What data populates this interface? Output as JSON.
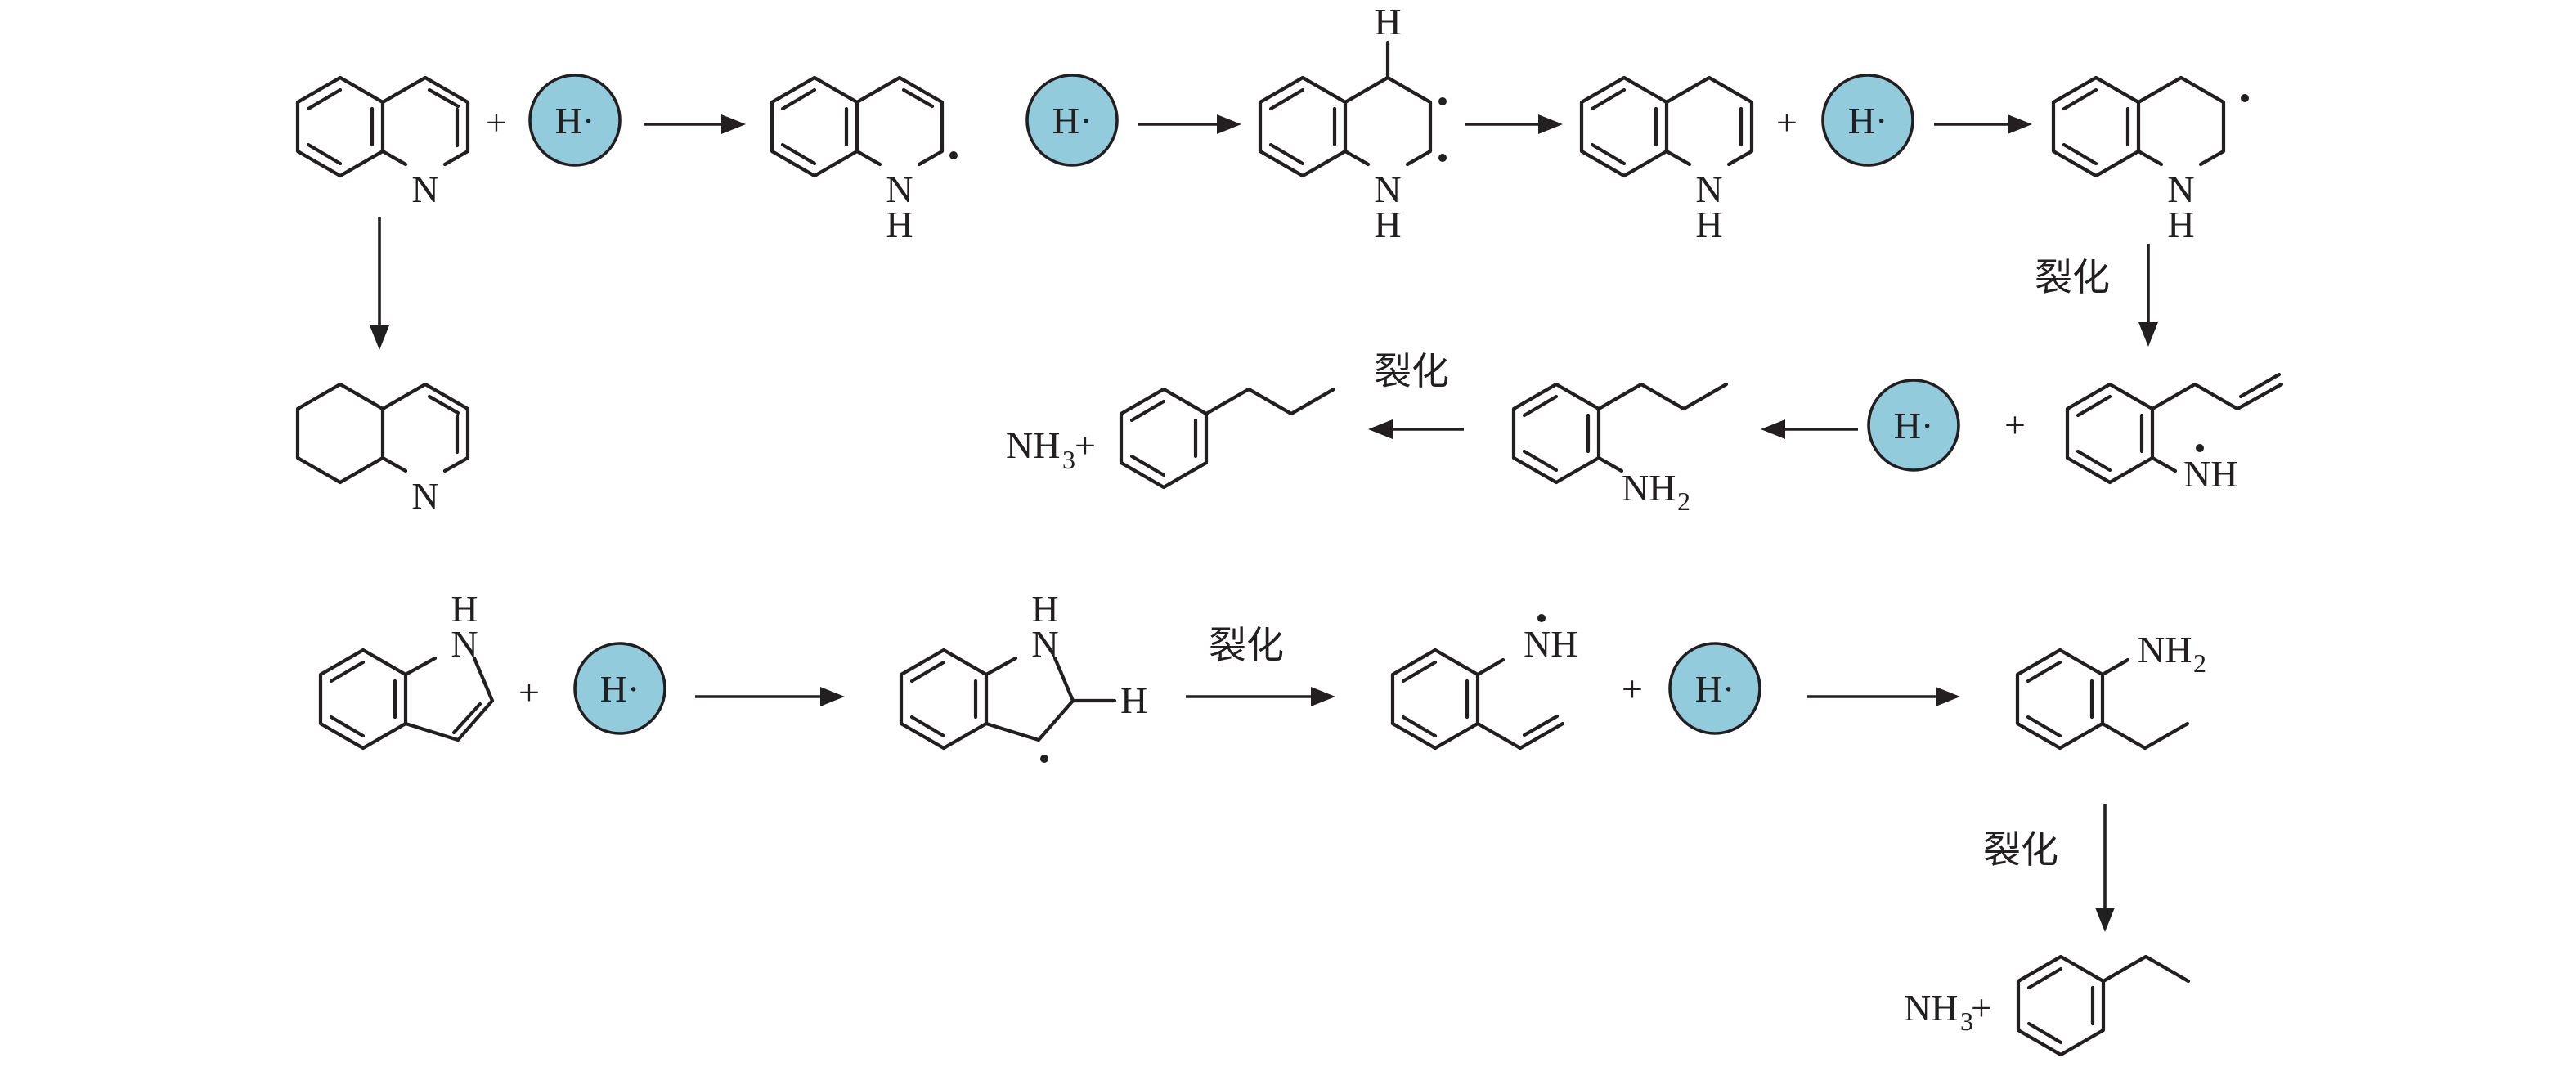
{
  "colors": {
    "ink": "#231f20",
    "radical_fill": "#92ccdc",
    "background": "#ffffff"
  },
  "labels": {
    "N": "N",
    "H": "H",
    "NH_radical": "NH",
    "NH2": "NH",
    "NH2_sub": "2",
    "NH3": "NH",
    "NH3_sub": "3",
    "plus": "+",
    "H_radical": "H·",
    "bond_H": "H",
    "cracking": "裂化"
  }
}
